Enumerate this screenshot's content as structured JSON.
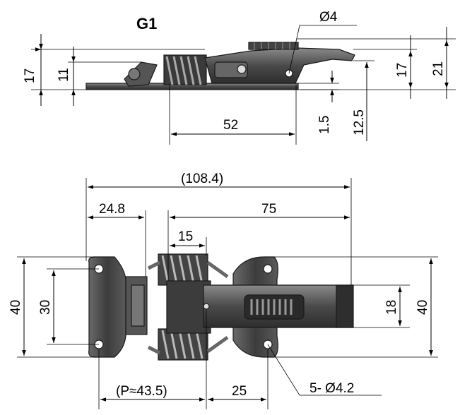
{
  "title": "G1",
  "side_view": {
    "hole_dia": "Ø4",
    "dim_17_left": "17",
    "dim_11": "11",
    "dim_52": "52",
    "dim_1_5": "1.5",
    "dim_12_5": "12.5",
    "dim_17_right": "17",
    "dim_21": "21"
  },
  "top_view": {
    "overall": "(108.4)",
    "dim_24_8": "24.8",
    "dim_75": "75",
    "dim_15": "15",
    "dim_40_left": "40",
    "dim_30": "30",
    "dim_18": "18",
    "dim_40_right": "40",
    "pitch": "(P≈43.5)",
    "dim_25": "25",
    "holes": "5- Ø4.2"
  },
  "colors": {
    "metal_dark": "#3a3a3a",
    "metal_mid": "#6b6b6b",
    "metal_light": "#9a9a9a",
    "line": "#000000"
  }
}
